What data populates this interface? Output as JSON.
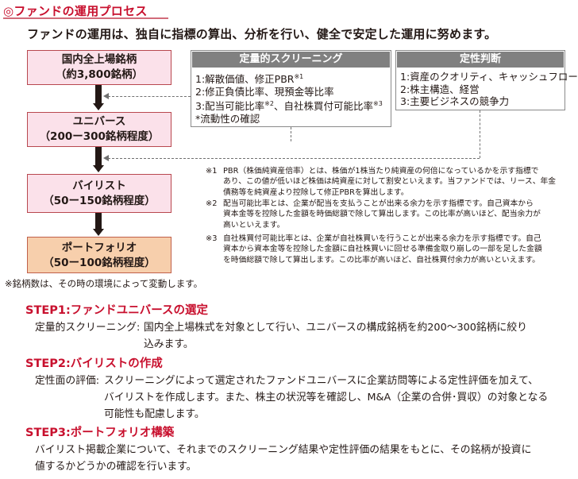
{
  "title": "◎ファンドの運用プロセス",
  "intro": "ファンドの運用は、独自に指標の算出、分析を行い、健全で安定した運用に努めます。",
  "flow": [
    {
      "line1": "国内全上場銘柄",
      "line2": "（約3,800銘柄）"
    },
    {
      "line1": "ユニバース",
      "line2": "（200ー300銘柄程度）"
    },
    {
      "line1": "バイリスト",
      "line2": "（50ー150銘柄程度）"
    },
    {
      "line1": "ポートフォリオ",
      "line2": "（50ー100銘柄程度）"
    }
  ],
  "quant_panel": {
    "heading": "定量的スクリーニング",
    "lines": [
      {
        "text": "1:解散価値、修正PBR",
        "mark": "※1"
      },
      {
        "text": "2:修正負債比率、現預金等比率",
        "mark": ""
      },
      {
        "text": "3:配当可能比率",
        "mark": "※2",
        "text2": "、自社株買付可能比率",
        "mark2": "※3"
      },
      {
        "text": "*流動性の確認",
        "mark": ""
      }
    ]
  },
  "qual_panel": {
    "heading": "定性判断",
    "lines": [
      "1:資産のクオリティ、キャッシュフロー",
      "2:株主構造、経営",
      "3:主要ビジネスの競争力"
    ]
  },
  "notes": [
    {
      "mark": "※1",
      "lines": [
        "PBR（株価純資産倍率）とは、株価が1株当たり純資産の何倍になっているかを示す指標で",
        "あり、この値が低いほど株価は純資産に対して割安といえます。当ファンドでは、リース、年金",
        "債務等を純資産より控除して修正PBRを算出します。"
      ]
    },
    {
      "mark": "※2",
      "lines": [
        "配当可能比率とは、企業が配当を支払うことが出来る余力を示す指標です。自己資本から",
        "資本金等を控除した金額を時価総額で除して算出します。この比率が高いほど、配当余力が",
        "高いといえます。"
      ]
    },
    {
      "mark": "※3",
      "lines": [
        "自社株買付可能比率とは、企業が自社株買いを行うことが出来る余力を示す指標です。自己",
        "資本から資本金等を控除した金額に自社株買いに回せる準備金取り崩しの一部を足した金額",
        "を時価総額で除して算出します。この比率が高いほど、自社株買付余力が高いといえます。"
      ]
    }
  ],
  "flow_note": "※銘柄数は、その時の環境によって変動します。",
  "steps": [
    {
      "heading": "STEP1:ファンドユニバースの選定",
      "label": "定量的スクリーニング:",
      "lines": [
        "国内全上場株式を対象として行い、ユニバースの構成銘柄を約200～300銘柄に絞り",
        "込みます。"
      ]
    },
    {
      "heading": "STEP2:バイリストの作成",
      "label": "定性面の評価:",
      "lines": [
        "スクリーニングによって選定されたファンドユニバースに企業訪問等による定性評価を加えて、",
        "バイリストを作成します。また、株主の状況等を確認し、M&A（企業の合併･買収）の対象となる",
        "可能性も配慮します。"
      ]
    },
    {
      "heading": "STEP3:ポートフォリオ構築",
      "label": "",
      "lines": [
        "バイリスト掲載企業について、それまでのスクリーニング結果や定性評価の結果をもとに、その銘柄が投資に",
        "値するかどうかの確認を行います。"
      ]
    }
  ]
}
